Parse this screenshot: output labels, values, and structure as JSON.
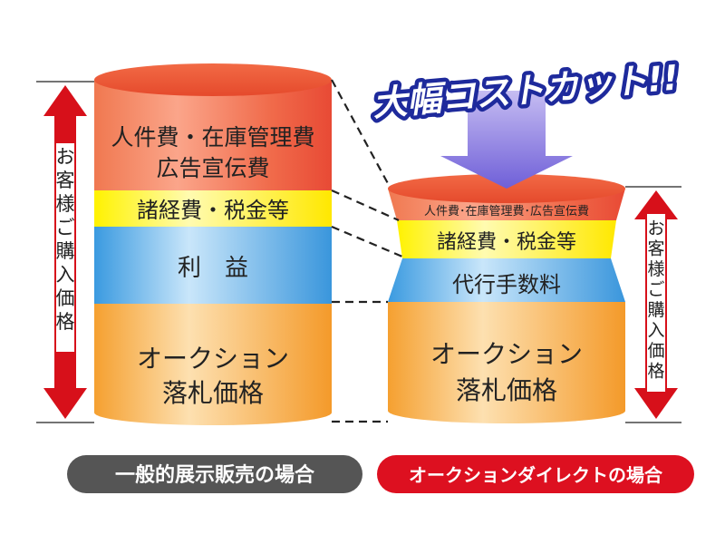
{
  "left": {
    "side_label": "お客様ご購入価格",
    "layers": {
      "personnel": [
        "人件費・在庫管理費",
        "広告宣伝費"
      ],
      "expenses": "諸経費・税金等",
      "profit": "利　益",
      "auction": [
        "オークション",
        "落札価格"
      ]
    },
    "caption": "一般的展示販売の場合"
  },
  "right": {
    "side_label": "お客様ご購入価格",
    "layers": {
      "personnel": "人件費･在庫管理費･広告宣伝費",
      "expenses": "諸経費・税金等",
      "fee": "代行手数料",
      "auction": [
        "オークション",
        "落札価格"
      ]
    },
    "caption": "オークションダイレクトの場合"
  },
  "banner": "大幅コストカット!!",
  "colors": {
    "red": "#e8281e",
    "yellow": "#fff04a",
    "blue": "#4ea6e6",
    "orange": "#f5a23c",
    "arrow_red": "#d7101a",
    "purple": "#8a7ae6",
    "caption_left_bg": "#555555",
    "caption_right_bg": "#dd1020"
  }
}
